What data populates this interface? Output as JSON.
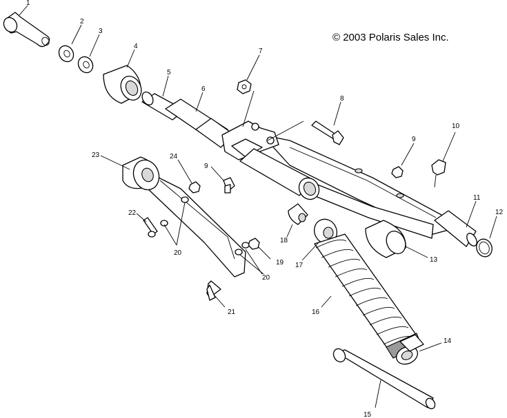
{
  "copyright": "© 2003 Polaris Sales Inc.",
  "callouts": {
    "c1": "1",
    "c2": "2",
    "c3": "3",
    "c4": "4",
    "c5": "5",
    "c6": "6",
    "c7": "7",
    "c8": "8",
    "c9a": "9",
    "c9b": "9",
    "c10": "10",
    "c11": "11",
    "c12": "12",
    "c13": "13",
    "c14": "14",
    "c15": "15",
    "c16": "16",
    "c17": "17",
    "c18": "18",
    "c19": "19",
    "c20a": "20",
    "c20b": "20",
    "c21": "21",
    "c22": "22",
    "c23": "23",
    "c24": "24"
  }
}
